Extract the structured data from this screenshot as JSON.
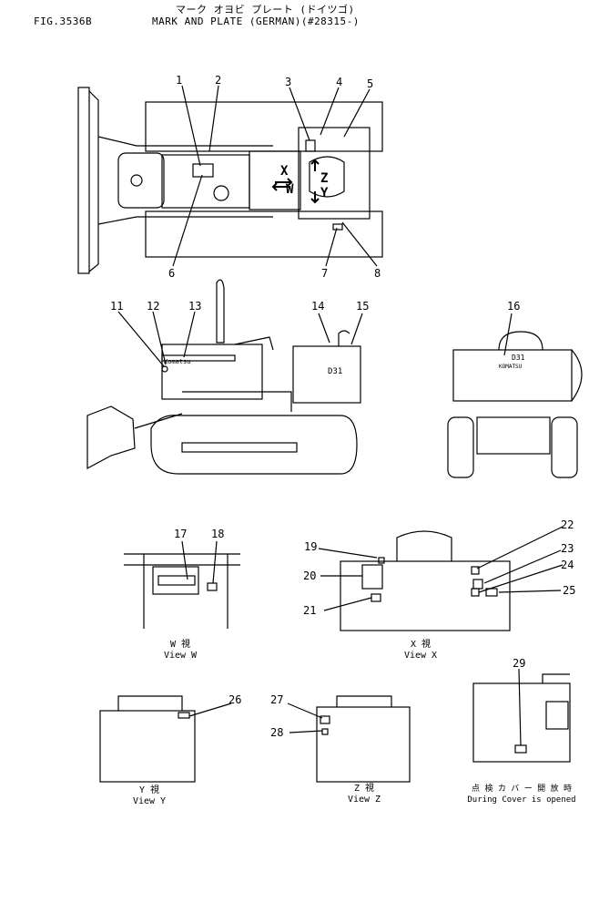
{
  "header": {
    "fig_no": "FIG.3536B",
    "title_jp": "マーク オヨビ プレート (ドイツゴ)",
    "title_en": "MARK AND PLATE (GERMAN)(#28315-)"
  },
  "callouts": {
    "c1": "1",
    "c2": "2",
    "c3": "3",
    "c4": "4",
    "c5": "5",
    "c6": "6",
    "c7": "7",
    "c8": "8",
    "c11": "11",
    "c12": "12",
    "c13": "13",
    "c14": "14",
    "c15": "15",
    "c16": "16",
    "c17": "17",
    "c18": "18",
    "c19": "19",
    "c20": "20",
    "c21": "21",
    "c22": "22",
    "c23": "23",
    "c24": "24",
    "c25": "25",
    "c26": "26",
    "c27": "27",
    "c28": "28",
    "c29": "29"
  },
  "view_letters": {
    "x": "X",
    "w": "W",
    "z": "Z",
    "y": "Y"
  },
  "plate_text": {
    "komatsu_side": "Komatsu",
    "model_side": "D31",
    "model_rear": "D31",
    "komatsu_rear": "KOMATSU"
  },
  "captions": {
    "w_jp": "W 視",
    "w_en": "View W",
    "x_jp": "X 視",
    "x_en": "View X",
    "y_jp": "Y 視",
    "y_en": "View Y",
    "z_jp": "Z 視",
    "z_en": "View Z",
    "cover_jp": "点 検 カ バ ー 開 放 時",
    "cover_en": "During Cover is opened"
  }
}
